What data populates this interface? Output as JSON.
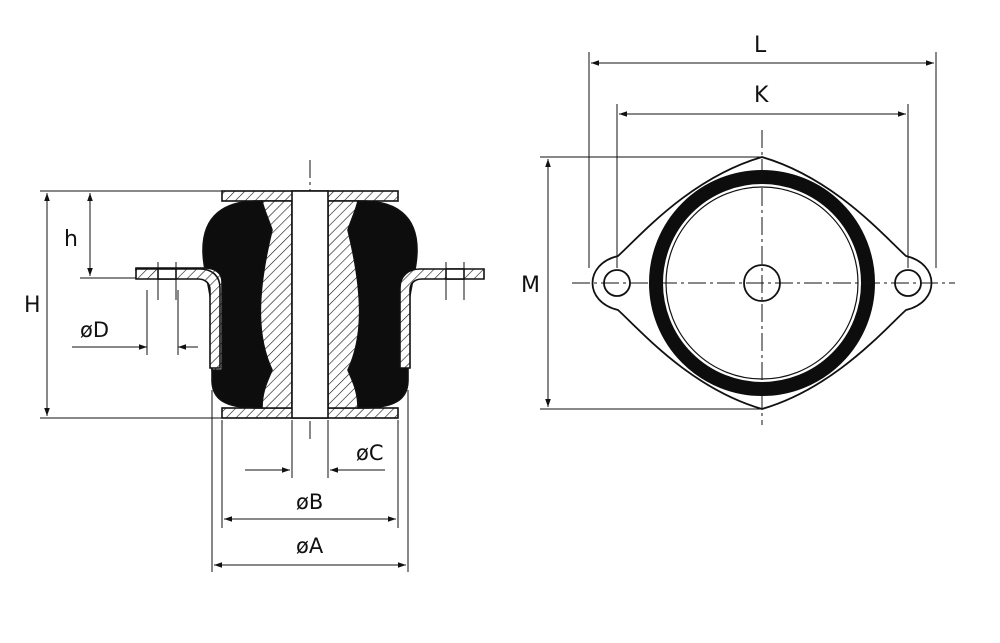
{
  "drawing": {
    "ink_color": "#111111",
    "rubber_color": "#0d0d0d",
    "paper_color": "#ffffff"
  },
  "labels": {
    "L": "L",
    "K": "K",
    "M": "M",
    "H": "H",
    "h": "h",
    "phiD": "øD",
    "phiC": "øC",
    "phiB": "øB",
    "phiA": "øA"
  }
}
